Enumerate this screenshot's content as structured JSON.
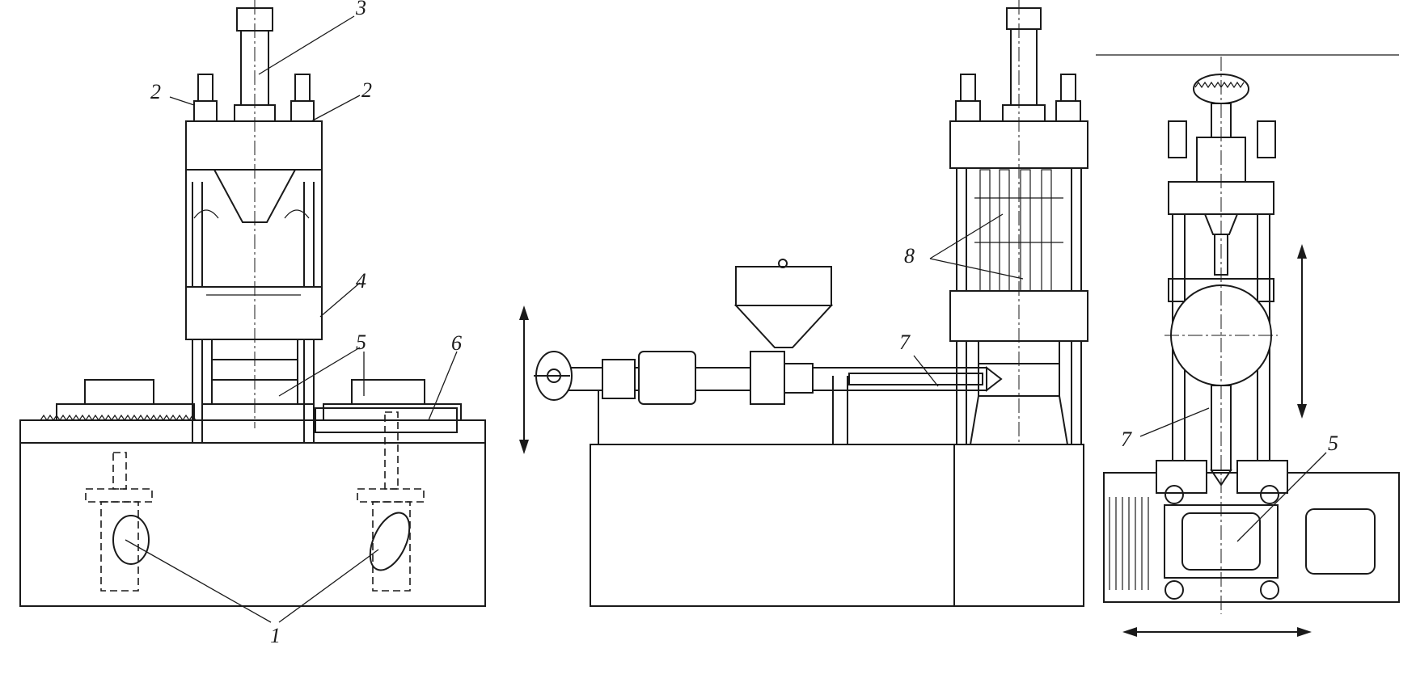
{
  "labels": {
    "l1": "1",
    "l2a": "2",
    "l2b": "2",
    "l3": "3",
    "l4": "4",
    "l5a": "5",
    "l5b": "5",
    "l6": "6",
    "l7a": "7",
    "l7b": "7",
    "l8": "8"
  },
  "colors": {
    "ink": "#1a1a1a",
    "paper": "#ffffff"
  }
}
